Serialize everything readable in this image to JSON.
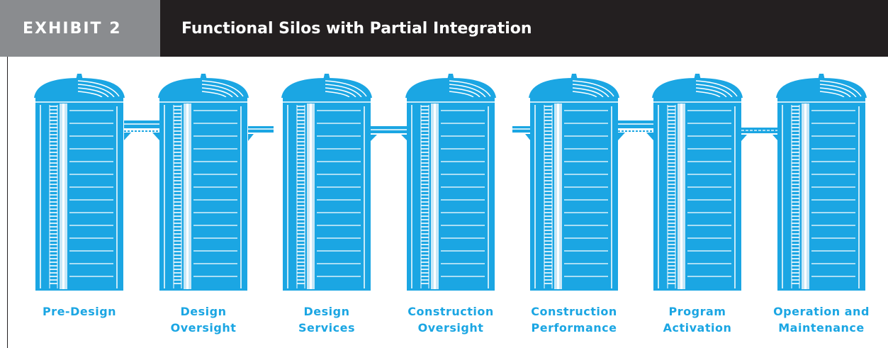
{
  "header": {
    "exhibit": "EXHIBIT 2",
    "title": "Functional Silos with Partial Integration"
  },
  "colors": {
    "silo_blue": "#1ba6e3",
    "silo_light": "#c9e8f7",
    "header_dark": "#231f20",
    "header_gray": "#8a8c8f"
  },
  "silos": [
    {
      "line1": "Pre-Design",
      "line2": ""
    },
    {
      "line1": "Design",
      "line2": "Oversight"
    },
    {
      "line1": "Design",
      "line2": "Services"
    },
    {
      "line1": "Construction",
      "line2": "Oversight"
    },
    {
      "line1": "Construction",
      "line2": "Performance"
    },
    {
      "line1": "Program",
      "line2": "Activation"
    },
    {
      "line1": "Operation and",
      "line2": "Maintenance"
    }
  ]
}
